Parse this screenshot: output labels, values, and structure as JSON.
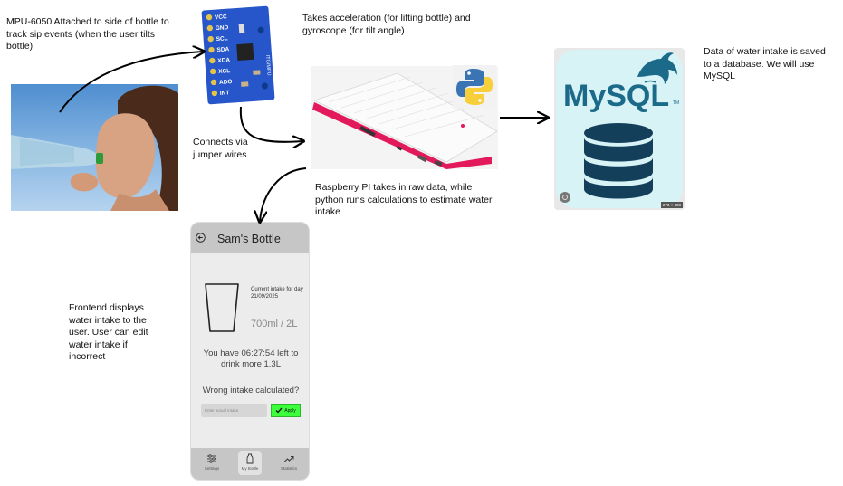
{
  "notes": {
    "sensor_note": "MPU-6050 Attached to side of bottle to track sip events (when the user tilts bottle)",
    "accel_note": "Takes acceleration (for lifting bottle) and gyroscope (for tilt angle)",
    "jumper_note": "Connects via jumper wires",
    "pi_note": "Raspberry PI takes in raw data, while python runs calculations to estimate water intake",
    "db_note": "Data of water intake is saved to a database. We will use MySQL",
    "frontend_note": "Frontend displays water intake to the user. User can edit water intake if incorrect"
  },
  "sensor_pins": [
    "VCC",
    "GND",
    "SCL",
    "SDA",
    "XDA",
    "XCL",
    "ADO",
    "INT"
  ],
  "sensor_board_label": "ITG/MPU",
  "mysql": {
    "logo_text": "MySQL",
    "tm": "TM",
    "size_badge": "273 × 408"
  },
  "phone": {
    "title": "Sam's Bottle",
    "current_label": "Current intake for day 21/09/2025",
    "amount": "700ml / 2L",
    "time_left": "You have 06:27:54 left to drink more 1.3L",
    "wrong_prompt": "Wrong intake calculated?",
    "input_placeholder": "Enter actual intake",
    "apply_label": "Apply",
    "nav": [
      {
        "label": "Settings",
        "icon": "sliders-icon"
      },
      {
        "label": "My Bottle",
        "icon": "bottle-icon"
      },
      {
        "label": "Statistics",
        "icon": "trend-up-icon"
      }
    ]
  },
  "colors": {
    "pi_case": "#e2195b",
    "sensor_board": "#2656c9",
    "mysql_blue": "#1b6a8a",
    "apply_green": "#3cff3c"
  },
  "icons": [
    "back-arrow-icon",
    "cup-icon",
    "check-icon",
    "sliders-icon",
    "bottle-icon",
    "trend-up-icon",
    "python-logo-icon",
    "database-icon",
    "dolphin-icon",
    "camera-lens-icon"
  ]
}
